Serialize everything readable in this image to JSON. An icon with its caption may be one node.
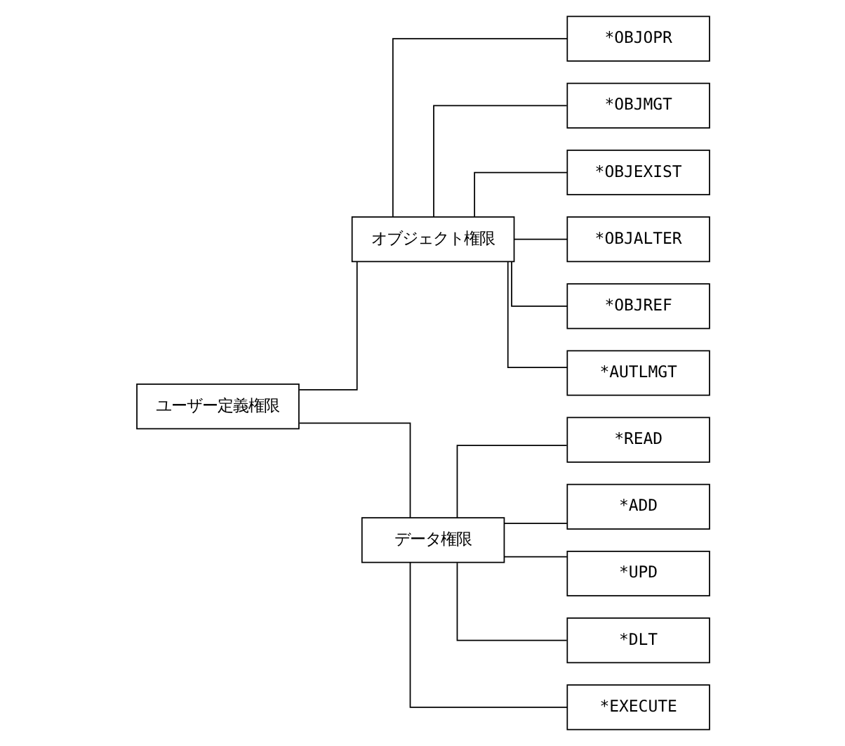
{
  "diagram": {
    "nodes": [
      {
        "text": [
          "ユーザー定義権限"
        ]
      },
      {
        "text": [
          "オブジェクト権限"
        ]
      },
      {
        "text": [
          "データ権限"
        ]
      },
      {
        "text": [
          "*OBJOPR"
        ]
      },
      {
        "text": [
          "*OBJMGT"
        ]
      },
      {
        "text": [
          "*OBJEXIST"
        ]
      },
      {
        "text": [
          "*OBJALTER"
        ]
      },
      {
        "text": [
          "*OBJREF"
        ]
      },
      {
        "text": [
          "*AUTLMGT"
        ]
      },
      {
        "text": [
          "*READ"
        ]
      },
      {
        "text": [
          "*ADD"
        ]
      },
      {
        "text": [
          "*UPD"
        ]
      },
      {
        "text": [
          "*DLT"
        ]
      },
      {
        "text": [
          "*EXECUTE"
        ]
      }
    ],
    "edges": [
      {
        "from": 0,
        "to": 1,
        "arrow": "none"
      },
      {
        "from": 0,
        "to": 2,
        "arrow": "none"
      },
      {
        "from": 1,
        "to": 3,
        "arrow": "none"
      },
      {
        "from": 1,
        "to": 4,
        "arrow": "none"
      },
      {
        "from": 1,
        "to": 5,
        "arrow": "none"
      },
      {
        "from": 1,
        "to": 6,
        "arrow": "none"
      },
      {
        "from": 1,
        "to": 7,
        "arrow": "none"
      },
      {
        "from": 1,
        "to": 8,
        "arrow": "none"
      },
      {
        "from": 2,
        "to": 9,
        "arrow": "none"
      },
      {
        "from": 2,
        "to": 10,
        "arrow": "none"
      },
      {
        "from": 2,
        "to": 11,
        "arrow": "none"
      },
      {
        "from": 2,
        "to": 12,
        "arrow": "none"
      },
      {
        "from": 2,
        "to": 13,
        "arrow": "none"
      }
    ]
  }
}
